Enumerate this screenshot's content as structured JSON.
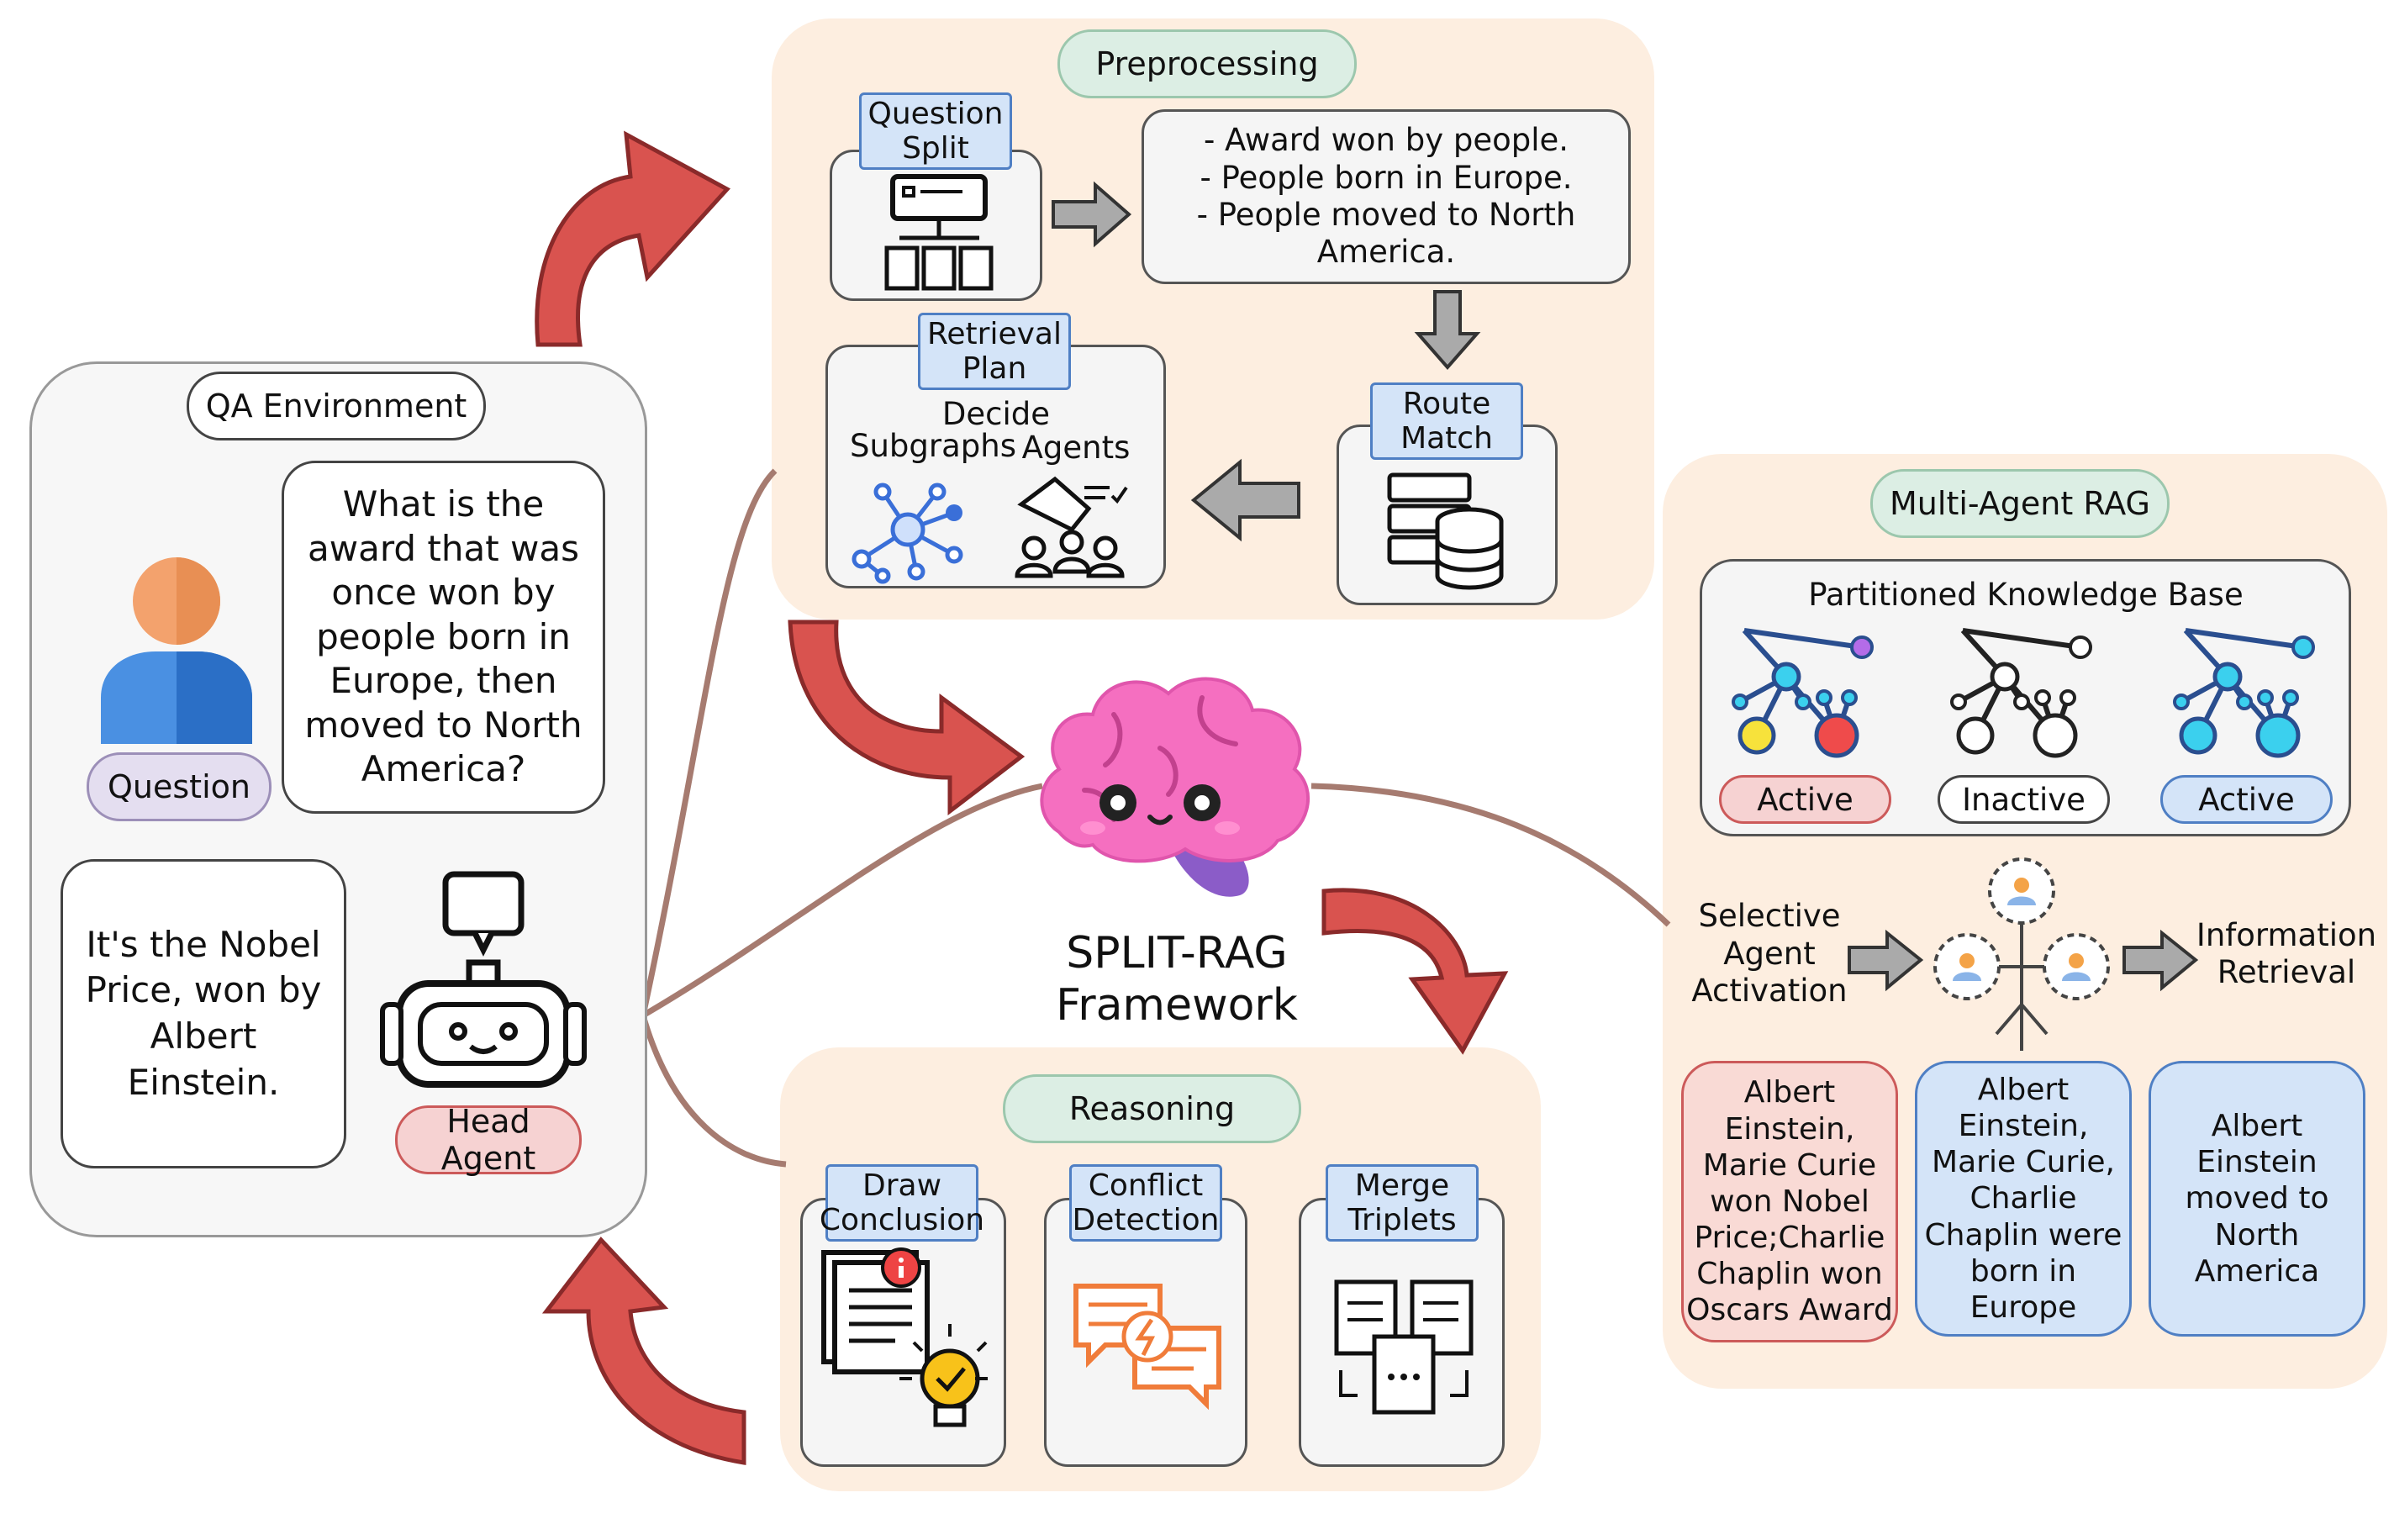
{
  "framework": {
    "title": "SPLIT-RAG\nFramework"
  },
  "qa": {
    "title": "QA Environment",
    "question_text": "What is the award that was once won by people born in Europe, then moved to North America?",
    "question_label": "Question",
    "answer_text": "It's the Nobel Price, won by Albert Einstein.",
    "agent_label": "Head Agent"
  },
  "preprocessing": {
    "title": "Preprocessing",
    "question_split": "Question\nSplit",
    "split_result": "- Award won by people.\n- People born in Europe.\n- People moved to North\nAmerica.",
    "retrieval_plan": "Retrieval\nPlan",
    "decide": "Decide",
    "subgraphs": "Subgraphs",
    "agents": "Agents",
    "route_match": "Route\nMatch"
  },
  "multi_agent": {
    "title": "Multi-Agent RAG",
    "kb_title": "Partitioned Knowledge Base",
    "status": [
      "Active",
      "Inactive",
      "Active"
    ],
    "selective": "Selective\nAgent\nActivation",
    "info_retrieval": "Information\nRetrieval",
    "results": [
      "Albert\nEinstein,\nMarie Curie\nwon Nobel\nPrice;Charlie\nChaplin won\nOscars Award",
      "Albert\nEinstein,\nMarie Curie,\nCharlie\nChaplin were\nborn in\nEurope",
      "Albert\nEinstein\nmoved to\nNorth\nAmerica"
    ]
  },
  "reasoning": {
    "title": "Reasoning",
    "draw_conclusion": "Draw\nConclusion",
    "conflict_detection": "Conflict\nDetection",
    "merge_triplets": "Merge\nTriplets"
  },
  "colors": {
    "peach": "#fdeee0",
    "arrow_red": "#d9534f",
    "connector": "#a67b70"
  }
}
